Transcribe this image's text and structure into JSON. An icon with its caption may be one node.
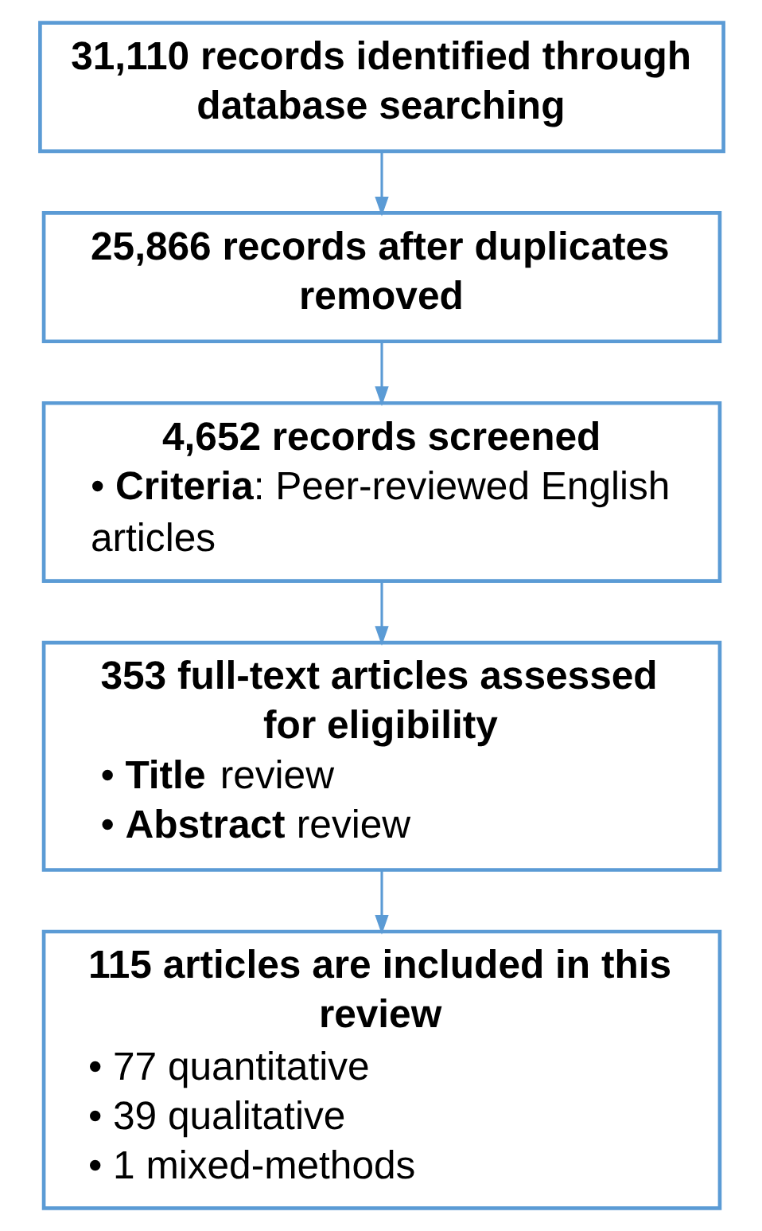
{
  "diagram": {
    "nodes": [
      {
        "text": [
          "31,110 records identified through database searching"
        ]
      },
      {
        "text": [
          "25,866 records after duplicates removed"
        ]
      },
      {
        "text": [
          "4,652 records screened",
          "• **Criteria**: Peer-reviewed English articles"
        ]
      },
      {
        "text": [
          "353 full-text articles assessed for eligibility",
          "• **Title** review",
          "• **Abstract** review"
        ]
      },
      {
        "text": [
          "115 articles are included in this review",
          "• 77 quantitative",
          "• 39 qualitative",
          "• 1 mixed-methods"
        ]
      }
    ],
    "edges": [
      {
        "from": 0,
        "to": 1,
        "arrow": "to"
      },
      {
        "from": 1,
        "to": 2,
        "arrow": "to"
      },
      {
        "from": 2,
        "to": 3,
        "arrow": "to"
      },
      {
        "from": 3,
        "to": 4,
        "arrow": "to"
      }
    ]
  }
}
